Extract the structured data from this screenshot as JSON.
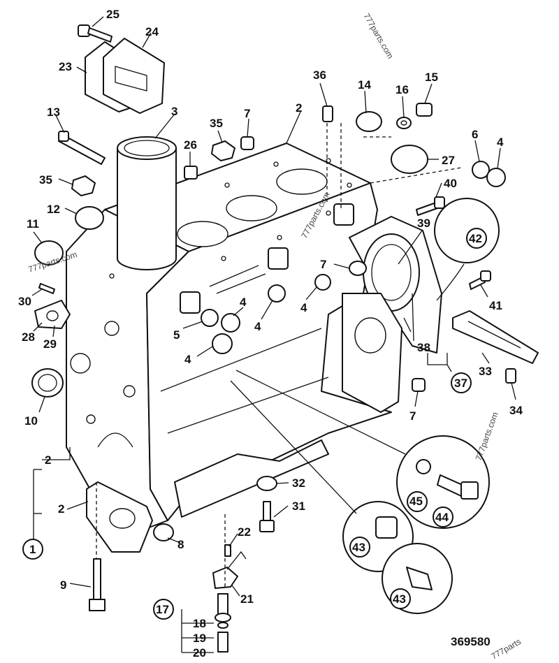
{
  "drawing": {
    "reference_number": "369580",
    "watermarks": [
      "777parts.com",
      "777parts.com",
      "777parts.com",
      "777parts.com",
      "777parts"
    ]
  },
  "callouts": {
    "c25": "25",
    "c24": "24",
    "c23": "23",
    "c13": "13",
    "c3": "3",
    "c35a": "35",
    "c7a": "7",
    "c2a": "2",
    "c36": "36",
    "c14": "14",
    "c16": "16",
    "c15": "15",
    "c26": "26",
    "c35b": "35",
    "c12": "12",
    "c11": "11",
    "c6": "6",
    "c4a": "4",
    "c27": "27",
    "c40": "40",
    "c42": "42",
    "c39": "39",
    "c7b": "7",
    "c30": "30",
    "c4b": "4",
    "c4c": "4",
    "c41": "41",
    "c5": "5",
    "c4d": "4",
    "c28": "28",
    "c29": "29",
    "c38": "38",
    "c33": "33",
    "c37": "37",
    "c34": "34",
    "c10": "10",
    "c7c": "7",
    "c2b": "2",
    "c2c": "2",
    "c32": "32",
    "c45": "45",
    "c44": "44",
    "c31": "31",
    "c1": "1",
    "c22": "22",
    "c43a": "43",
    "c8": "8",
    "c9": "9",
    "c21": "21",
    "c43b": "43",
    "c17": "17",
    "c18": "18",
    "c19": "19",
    "c20": "20"
  }
}
